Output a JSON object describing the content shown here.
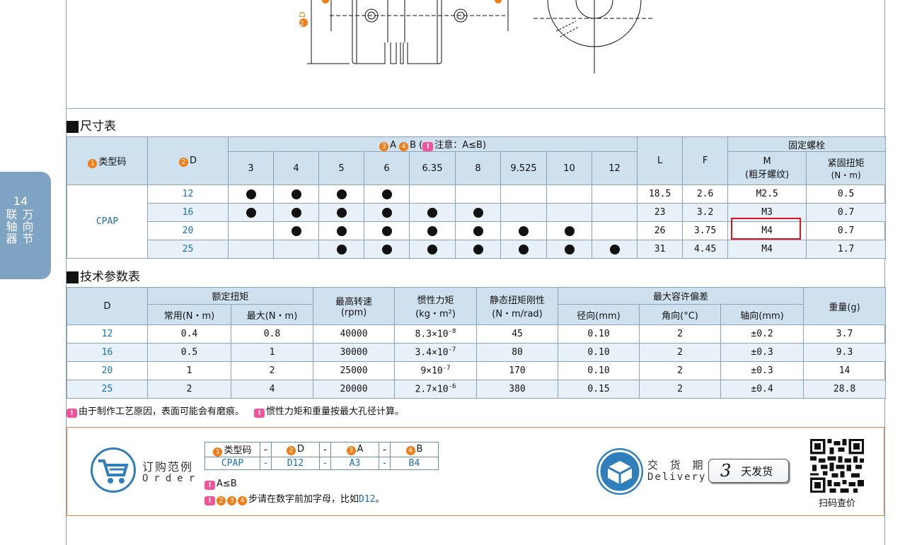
{
  "side_tab": {
    "number": "14",
    "col1": [
      "联",
      "轴",
      "器"
    ],
    "col2": [
      "万",
      "向",
      "节"
    ]
  },
  "drawing": {
    "dim_label": "D",
    "dim_badge": "2"
  },
  "dimension_table": {
    "title": "尺寸表",
    "h_type": "类型码",
    "h_type_badge": "1",
    "h_d": "D",
    "h_d_badge": "2",
    "h_ab_a_badge": "3",
    "h_ab_a": "A",
    "h_ab_b_badge": "4",
    "h_ab_b": "B",
    "h_ab_note": "注意：A≤B",
    "h_L": "L",
    "h_F": "F",
    "h_bolt": "固定螺栓",
    "h_M": "M",
    "h_M_sub": "(粗牙螺纹)",
    "h_torque": "紧固扭矩",
    "h_torque_sub": "(N・m)",
    "bore_sizes": [
      "3",
      "4",
      "5",
      "6",
      "6.35",
      "8",
      "9.525",
      "10",
      "12"
    ],
    "type_code": "CPAP",
    "rows": [
      {
        "d": "12",
        "avail": [
          1,
          1,
          1,
          1,
          0,
          0,
          0,
          0,
          0
        ],
        "L": "18.5",
        "F": "2.6",
        "M": "M2.5",
        "torque": "0.5"
      },
      {
        "d": "16",
        "avail": [
          1,
          1,
          1,
          1,
          1,
          1,
          0,
          0,
          0
        ],
        "L": "23",
        "F": "3.2",
        "M": "M3",
        "torque": "0.7"
      },
      {
        "d": "20",
        "avail": [
          0,
          1,
          1,
          1,
          1,
          1,
          1,
          1,
          0
        ],
        "L": "26",
        "F": "3.75",
        "M": "M4",
        "torque": "0.7"
      },
      {
        "d": "25",
        "avail": [
          0,
          0,
          1,
          1,
          1,
          1,
          1,
          1,
          1
        ],
        "L": "31",
        "F": "4.45",
        "M": "M4",
        "torque": "1.7"
      }
    ]
  },
  "tech_table": {
    "title": "技术参数表",
    "h_d": "D",
    "h_rated": "额定扭矩",
    "h_normal": "常用(N・m)",
    "h_max": "最大(N・m)",
    "h_speed": "最高转速",
    "h_speed_unit": "(rpm)",
    "h_inertia": "惯性力矩",
    "h_inertia_unit": "(kg・m²)",
    "h_stiff": "静态扭矩刚性",
    "h_stiff_unit": "(N・m/rad)",
    "h_misalign": "最大容许偏差",
    "h_radial": "径向(mm)",
    "h_angular": "角向(°C)",
    "h_axial": "轴向(mm)",
    "h_weight": "重量(g)",
    "rows": [
      {
        "d": "12",
        "normal": "0.4",
        "max": "0.8",
        "speed": "40000",
        "inertia_base": "8.3×10",
        "inertia_exp": "-8",
        "stiff": "45",
        "radial": "0.10",
        "angular": "2",
        "axial": "±0.2",
        "weight": "3.7"
      },
      {
        "d": "16",
        "normal": "0.5",
        "max": "1",
        "speed": "30000",
        "inertia_base": "3.4×10",
        "inertia_exp": "-7",
        "stiff": "80",
        "radial": "0.10",
        "angular": "2",
        "axial": "±0.3",
        "weight": "9.3"
      },
      {
        "d": "20",
        "normal": "1",
        "max": "2",
        "speed": "25000",
        "inertia_base": "9×10",
        "inertia_exp": "-7",
        "stiff": "170",
        "radial": "0.10",
        "angular": "2",
        "axial": "±0.3",
        "weight": "14"
      },
      {
        "d": "25",
        "normal": "2",
        "max": "4",
        "speed": "20000",
        "inertia_base": "2.7×10",
        "inertia_exp": "-6",
        "stiff": "380",
        "radial": "0.15",
        "angular": "2",
        "axial": "±0.4",
        "weight": "28.8"
      }
    ]
  },
  "notes": {
    "note1": "由于制作工艺原因，表面可能会有磨痕。",
    "note2": "惯性力矩和重量按最大孔径计算。"
  },
  "order": {
    "label_cn": "订购范例",
    "label_en": "Order",
    "h_type": "类型码",
    "h_d": "D",
    "h_a": "A",
    "h_b": "B",
    "b1": "1",
    "b2": "2",
    "b3": "3",
    "b4": "4",
    "sep": "-",
    "v_type": "CPAP",
    "v_d": "D12",
    "v_a": "A3",
    "v_b": "B4",
    "note1": "A≤B",
    "note2_badges": [
      "2",
      "3",
      "4"
    ],
    "note2_text": "步请在数字前加字母，比如",
    "note2_example": "D12",
    "note2_end": "。"
  },
  "delivery": {
    "label_cn": "交 货 期",
    "label_en": "Delivery",
    "days": "3",
    "days_label": "天发货"
  },
  "qr": {
    "label": "扫码查价"
  },
  "colors": {
    "accent": "#2f7fbd",
    "header_bg": "#cfe0ee",
    "badge": "#f07c13",
    "warn": "#f0549a",
    "highlight": "#e0141e"
  }
}
